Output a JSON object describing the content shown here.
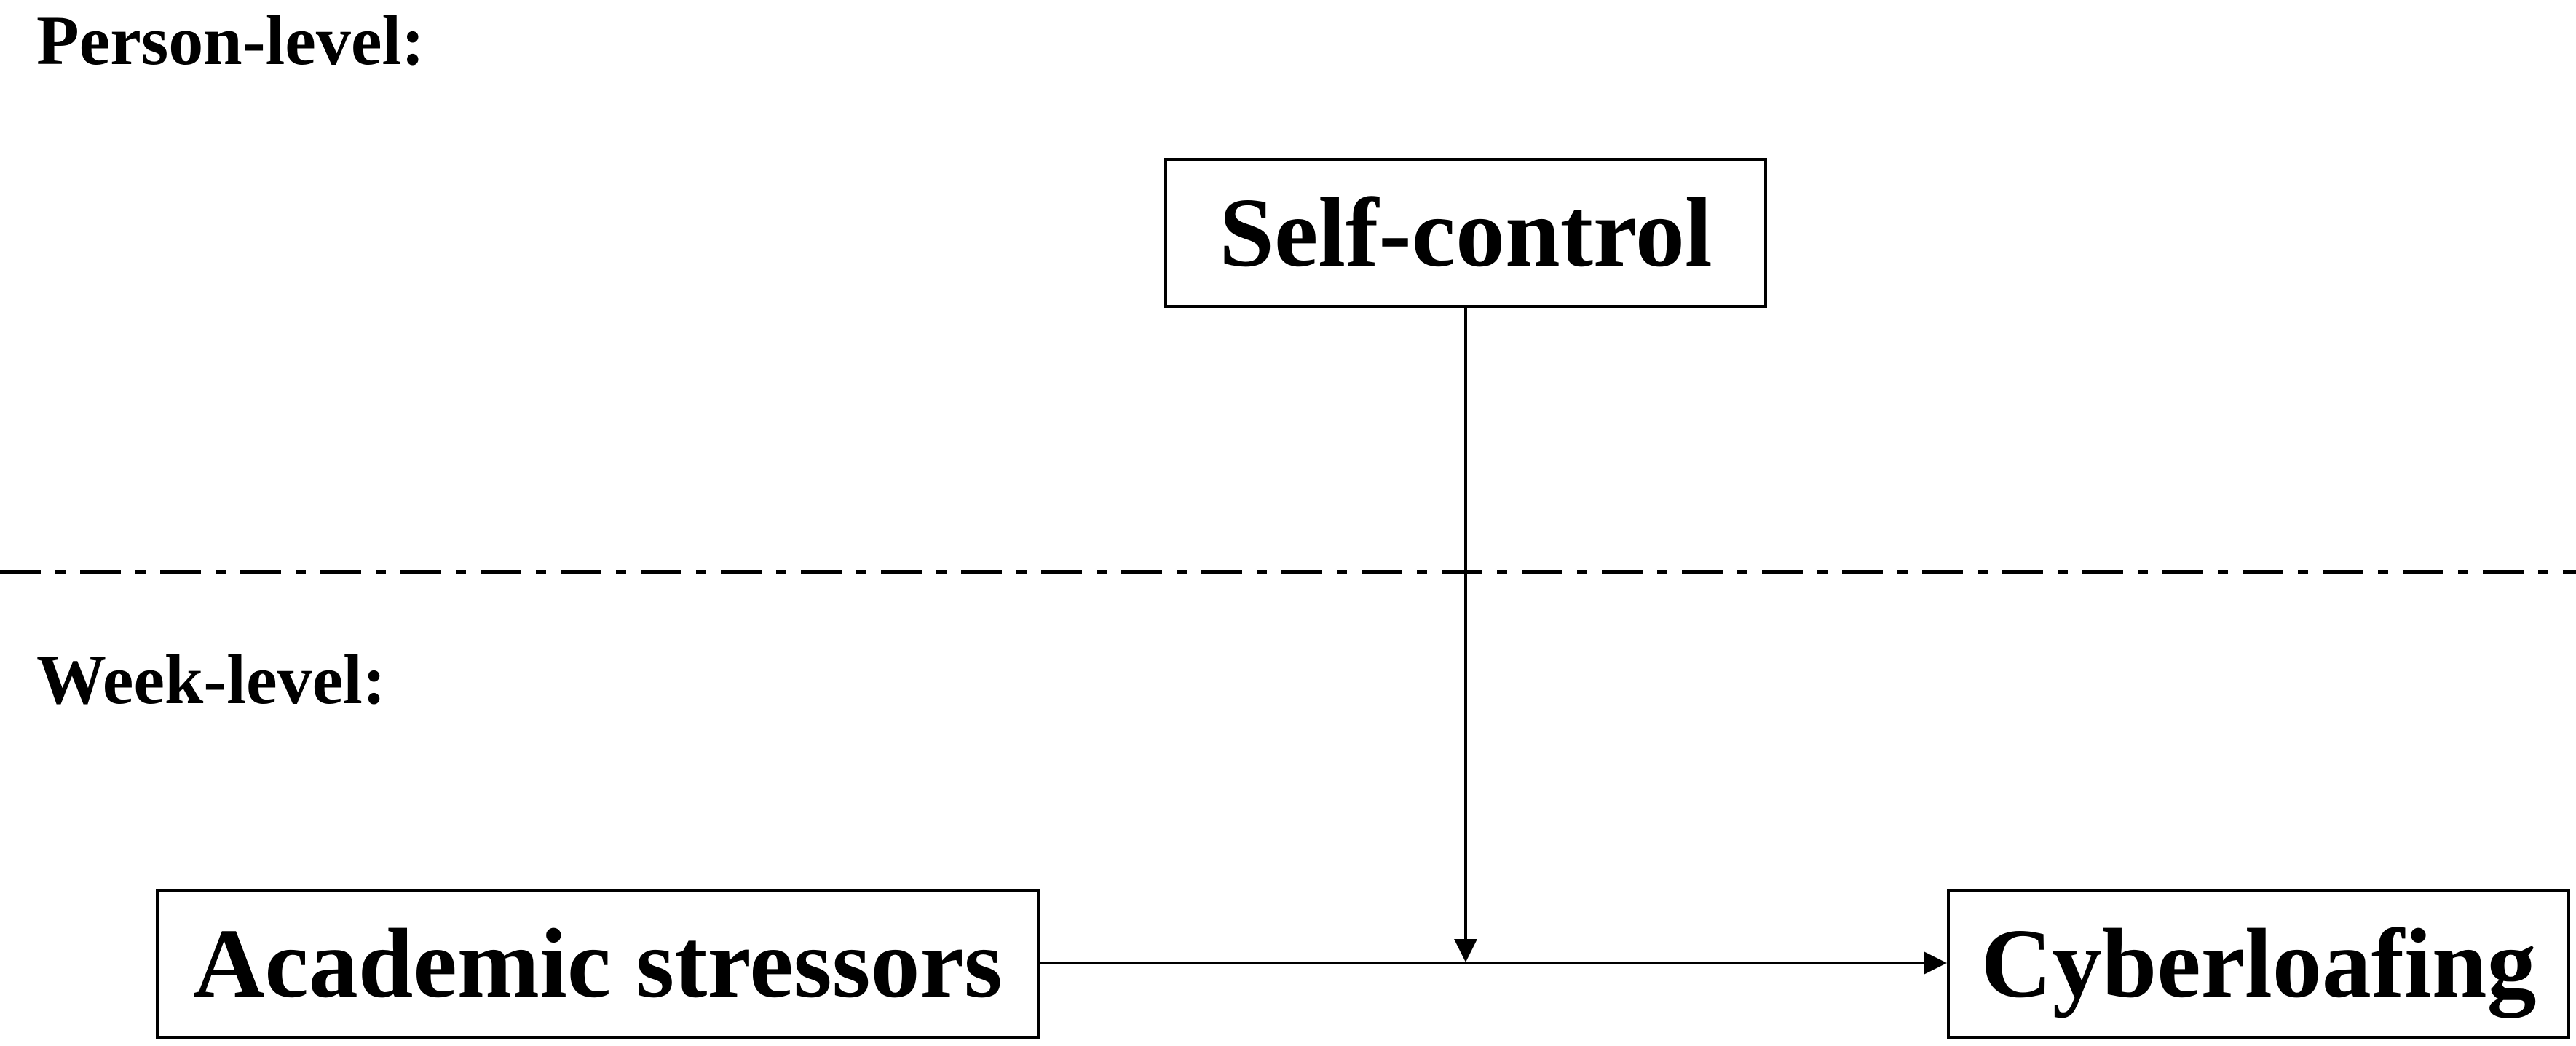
{
  "levels": {
    "person": "Person-level:",
    "week": "Week-level:"
  },
  "nodes": {
    "self_control": "Self-control",
    "academic_stressors": "Academic stressors",
    "cyberloafing": "Cyberloafing"
  },
  "edges": [
    {
      "from": "Academic stressors",
      "to": "Cyberloafing",
      "type": "direct-effect"
    },
    {
      "from": "Self-control",
      "to": "Academic stressors → Cyberloafing",
      "type": "moderation"
    }
  ],
  "colors": {
    "line": "#000000",
    "background": "#ffffff"
  }
}
